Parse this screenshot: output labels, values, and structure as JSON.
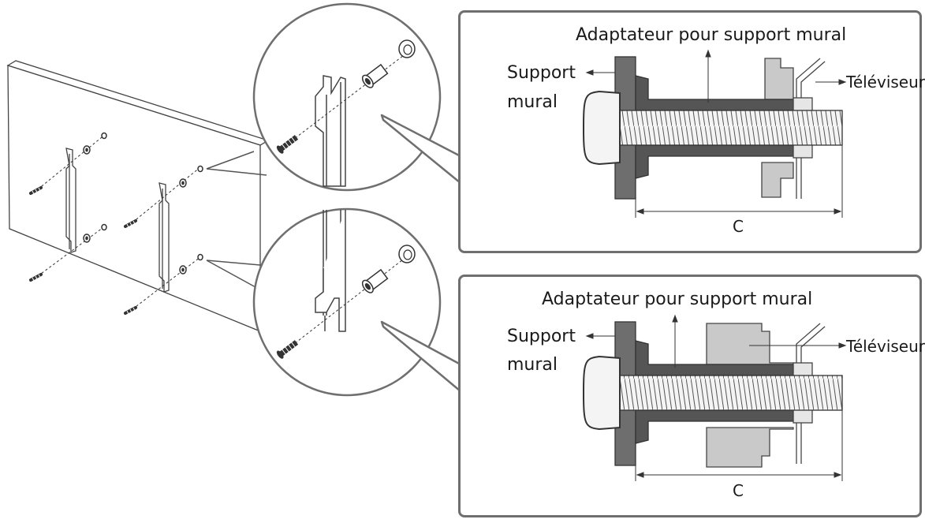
{
  "detail_top": {
    "adapter_label": "Adaptateur pour support mural",
    "wall_mount_label_line1": "Support",
    "wall_mount_label_line2": "mural",
    "tv_label": "Téléviseur",
    "dimension_label": "C"
  },
  "detail_bottom": {
    "adapter_label": "Adaptateur pour support mural",
    "wall_mount_label_line1": "Support",
    "wall_mount_label_line2": "mural",
    "tv_label": "Téléviseur",
    "dimension_label": "C"
  },
  "colors": {
    "line": "#3a3a3a",
    "panel_border": "#6f6f6f",
    "wall": "#6e6e6e",
    "adapter": "#555555",
    "tv_section": "#c9c9c9",
    "screw_body": "#f4f4f4"
  }
}
